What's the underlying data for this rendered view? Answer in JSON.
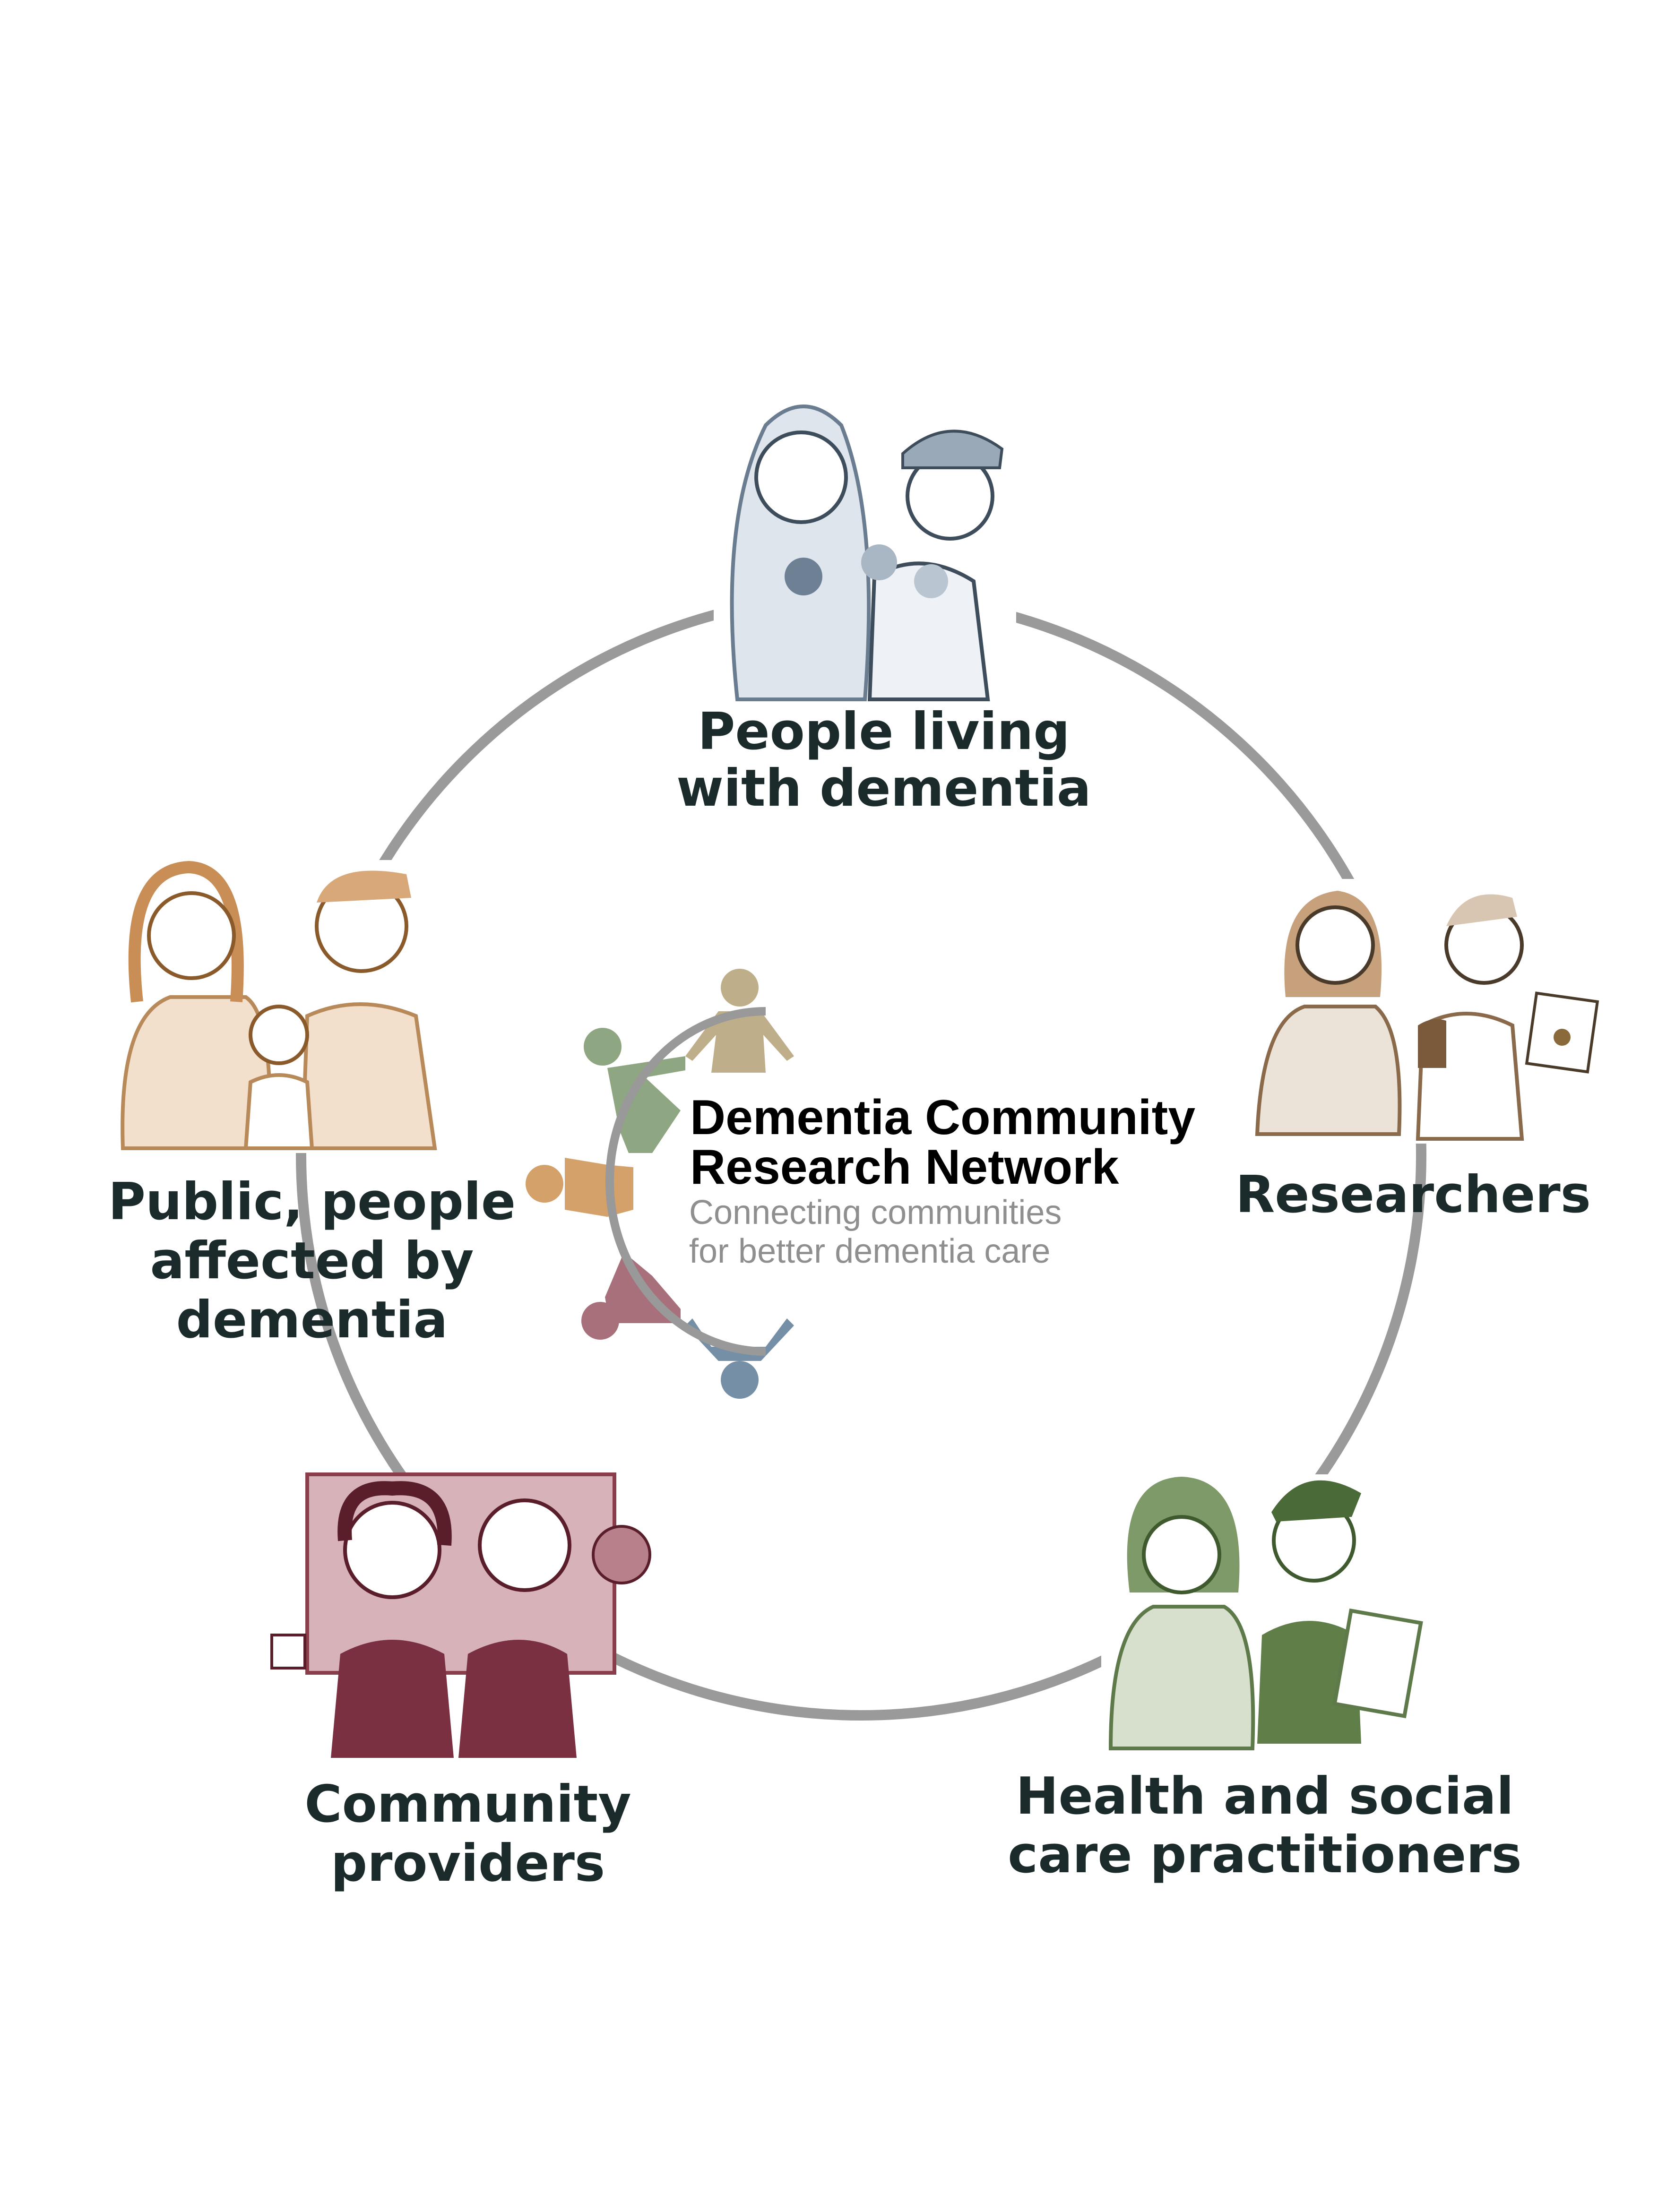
{
  "logo": {
    "title_line1": "Dementia Community",
    "title_line2": "Research Network",
    "tagline_line1": "Connecting communities",
    "tagline_line2": "for better dementia care"
  },
  "groups": [
    {
      "id": "people-living",
      "lines": [
        "People living",
        "with dementia"
      ],
      "color": "#9aa9b8"
    },
    {
      "id": "researchers",
      "lines": [
        "Researchers"
      ],
      "color": "#b89a7a"
    },
    {
      "id": "health-social-care",
      "lines": [
        "Health and social",
        "care practitioners"
      ],
      "color": "#7e9a68"
    },
    {
      "id": "community-providers",
      "lines": [
        "Community",
        "providers"
      ],
      "color": "#8a3e4c"
    },
    {
      "id": "public",
      "lines": [
        "Public, people",
        "affected by",
        "dementia"
      ],
      "color": "#d9a878"
    }
  ],
  "colors": {
    "ring": "#9a9a9a",
    "text": "#1b2a2a"
  }
}
